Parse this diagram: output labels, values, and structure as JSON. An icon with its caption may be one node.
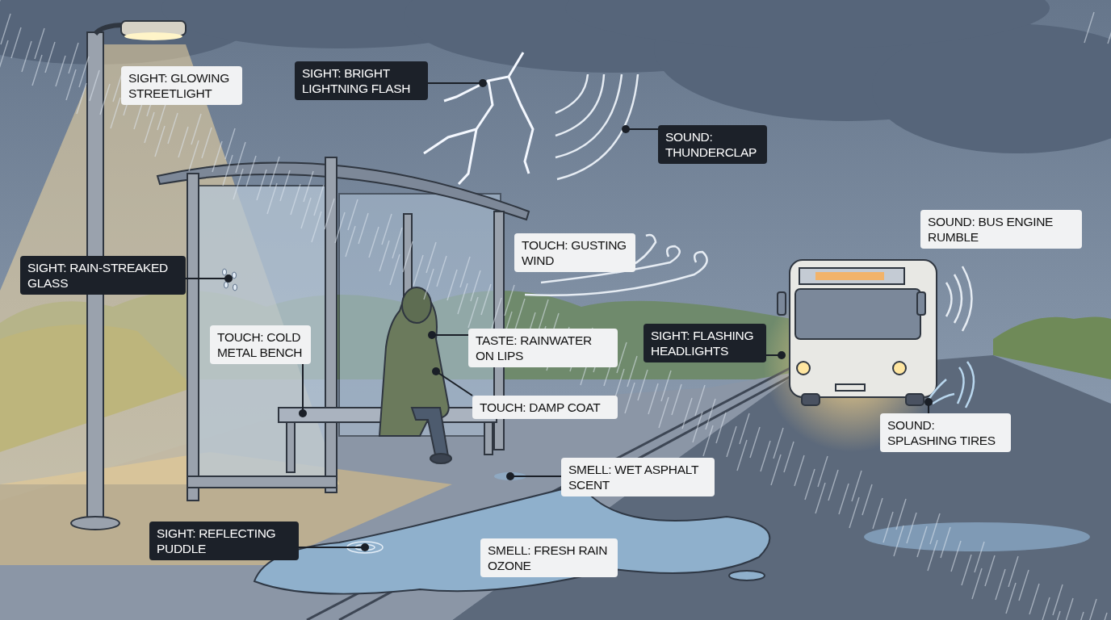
{
  "diagram": {
    "nodes": [
      {
        "text": [
          "SIGHT: GLOWING STREETLIGHT"
        ]
      },
      {
        "text": [
          "SIGHT: BRIGHT LIGHTNING FLASH"
        ]
      },
      {
        "text": [
          "SOUND: THUNDERCLAP"
        ]
      },
      {
        "text": [
          "SOUND: BUS ENGINE RUMBLE"
        ]
      },
      {
        "text": [
          "TOUCH: GUSTING WIND"
        ]
      },
      {
        "text": [
          "SIGHT: RAIN-STREAKED GLASS"
        ]
      },
      {
        "text": [
          "TOUCH: COLD METAL BENCH"
        ]
      },
      {
        "text": [
          "SIGHT: FLASHING HEADLIGHTS"
        ]
      },
      {
        "text": [
          "TASTE: RAINWATER ON LIPS"
        ]
      },
      {
        "text": [
          "TOUCH: DAMP COAT"
        ]
      },
      {
        "text": [
          "SOUND: SPLASHING TIRES"
        ]
      },
      {
        "text": [
          "SMELL: WET ASPHALT SCENT"
        ]
      },
      {
        "text": [
          "SIGHT: REFLECTING PUDDLE"
        ]
      },
      {
        "text": [
          "SMELL: FRESH RAIN OZONE"
        ]
      },
      {
        "text": [],
        "shape": "picture"
      },
      {
        "text": [],
        "shape": "picture"
      },
      {
        "text": [],
        "shape": "picture"
      },
      {
        "text": [],
        "shape": "picture"
      },
      {
        "text": [],
        "shape": "picture"
      },
      {
        "text": [],
        "shape": "picture"
      },
      {
        "text": [],
        "shape": "picture"
      },
      {
        "text": [],
        "shape": "picture"
      },
      {
        "text": [],
        "shape": "picture"
      }
    ],
    "edges": [
      {
        "from": 1,
        "to": 14,
        "arrow": "other"
      },
      {
        "from": 2,
        "to": 15,
        "arrow": "other"
      },
      {
        "from": 5,
        "to": 16,
        "arrow": "other"
      },
      {
        "from": 6,
        "to": 18,
        "arrow": "other"
      },
      {
        "from": 8,
        "to": 17,
        "arrow": "other"
      },
      {
        "from": 9,
        "to": 17,
        "arrow": "other"
      },
      {
        "from": 7,
        "to": 19,
        "arrow": "other"
      },
      {
        "from": 10,
        "to": 20,
        "arrow": "other"
      },
      {
        "from": 11,
        "to": 21,
        "arrow": "other"
      },
      {
        "from": 12,
        "to": 22,
        "arrow": "other"
      }
    ]
  }
}
